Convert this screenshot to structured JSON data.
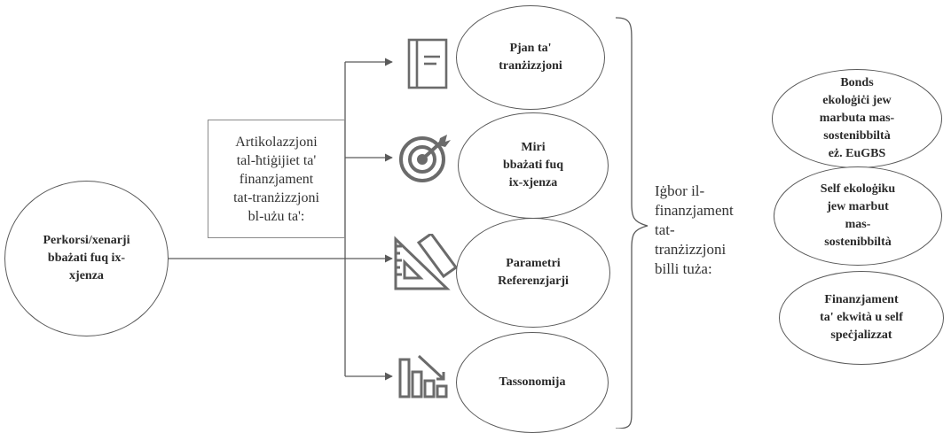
{
  "source_node": {
    "label": "Perkorsi/xenarji\nbbażati fuq ix-\nxjenza"
  },
  "articulation_box": {
    "label": "Artikolazzjoni\ntal-ħtiġijiet ta'\nfinanzjament\ntat-tranżizzjoni\nbl-użu ta':"
  },
  "tools": [
    {
      "label": "Pjan ta'\ntranżizzjoni",
      "icon": "document-icon"
    },
    {
      "label": "Miri\nbbażati fuq\nix-xjenza",
      "icon": "target-icon"
    },
    {
      "label": "Parametri\nReferenzjarji",
      "icon": "set-square-ruler-icon"
    },
    {
      "label": "Tassonomija",
      "icon": "bar-chart-down-icon"
    }
  ],
  "outcome_text": "Iġbor il-\nfinanzjament\ntat-\ntranżizzjoni\nbilli tuża:",
  "instruments": [
    {
      "label": "Bonds\nekoloġiċi jew\nmarbuta mas-\nsostenibbiltà\neż. EuGBS"
    },
    {
      "label": "Self ekoloġiku\njew marbut\nmas-\nsostenibbiltà"
    },
    {
      "label": "Finanzjament\nta' ekwità u self\nspeċjalizzat"
    }
  ],
  "colors": {
    "stroke": "#5a5a5a",
    "icon": "#6b6b6b"
  }
}
